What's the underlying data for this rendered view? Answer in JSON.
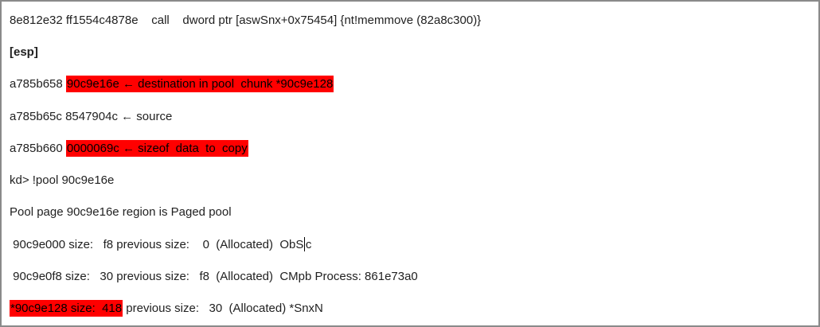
{
  "colors": {
    "highlight": "#ff0000",
    "highlight_text": "#000000",
    "text": "#212121",
    "border": "#8a8a8a",
    "background": "#ffffff"
  },
  "document": {
    "lines": [
      {
        "bold": false,
        "segments": [
          {
            "text": "8e812e32 ff1554c4878e    call    dword ptr [aswSnx+0x75454] {nt!memmove (82a8c300)}",
            "highlight": false
          }
        ]
      },
      {
        "bold": true,
        "segments": [
          {
            "text": "[esp]",
            "highlight": false
          }
        ]
      },
      {
        "bold": false,
        "segments": [
          {
            "text": "a785b658 ",
            "highlight": false
          },
          {
            "text": "90c9e16e ← destination in pool  chunk *90c9e128",
            "highlight": true
          }
        ]
      },
      {
        "bold": false,
        "segments": [
          {
            "text": "a785b65c 8547904c ← source",
            "highlight": false
          }
        ]
      },
      {
        "bold": false,
        "segments": [
          {
            "text": "a785b660 ",
            "highlight": false
          },
          {
            "text": "0000069c ← sizeof  data  to  copy",
            "highlight": true
          }
        ]
      },
      {
        "bold": false,
        "segments": [
          {
            "text": "kd> !pool 90c9e16e",
            "highlight": false
          }
        ]
      },
      {
        "bold": false,
        "segments": [
          {
            "text": "Pool page 90c9e16e region is Paged pool",
            "highlight": false
          }
        ]
      },
      {
        "bold": false,
        "segments": [
          {
            "text": " 90c9e000 size:   f8 previous size:    0  (Allocated)  ObS",
            "highlight": false
          },
          {
            "caret": true
          },
          {
            "text": "c",
            "highlight": false
          }
        ]
      },
      {
        "bold": false,
        "segments": [
          {
            "text": " 90c9e0f8 size:   30 previous size:   f8  (Allocated)  CMpb Process: 861e73a0",
            "highlight": false
          }
        ]
      },
      {
        "bold": false,
        "segments": [
          {
            "text": "*90c9e128 size:  418",
            "highlight": true
          },
          {
            "text": " previous size:   30  (Allocated) *SnxN",
            "highlight": false
          }
        ]
      }
    ]
  }
}
